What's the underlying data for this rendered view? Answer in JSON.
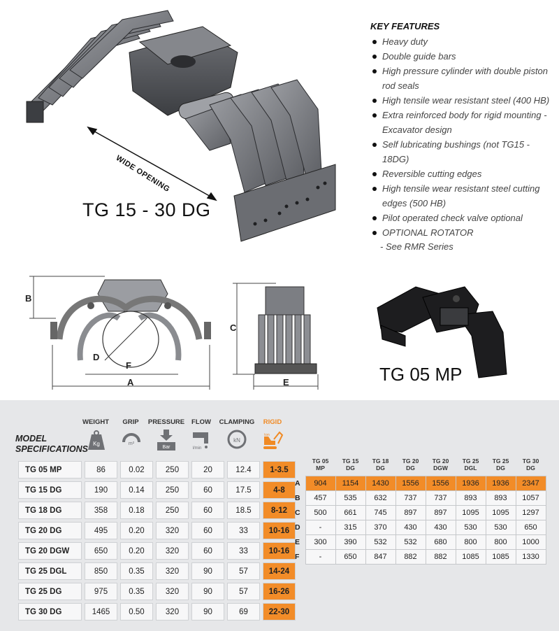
{
  "models": {
    "large": "TG 15 - 30 DG",
    "small": "TG 05 MP"
  },
  "wide_opening_label": "WIDE OPENING",
  "dimension_letters": {
    "a": "A",
    "b": "B",
    "c": "C",
    "d": "D",
    "e": "E",
    "f": "F"
  },
  "features": {
    "title": "KEY FEATURES",
    "items": [
      "Heavy duty",
      "Double guide bars",
      "High pressure cylinder with double piston rod seals",
      "High tensile wear resistant steel (400 HB)",
      "Extra reinforced body for rigid mounting - Excavator design",
      "Self lubricating bushings (not TG15 - 18DG)",
      "Reversible cutting edges",
      "High tensile wear resistant steel cutting edges (500 HB)",
      "Pilot operated check valve optional",
      "OPTIONAL ROTATOR"
    ],
    "note": "- See RMR Series"
  },
  "specs": {
    "title_line1": "MODEL",
    "title_line2": "SPECIFICATIONS",
    "columns": [
      "WEIGHT",
      "GRIP",
      "PRESSURE",
      "FLOW",
      "CLAMPING",
      "RIGID"
    ],
    "icon_labels": [
      "Kg",
      "m²",
      "Bar",
      "l/min",
      "kN",
      "ton"
    ],
    "rows": [
      [
        "TG 05 MP",
        "86",
        "0.02",
        "250",
        "20",
        "12.4",
        "1-3.5"
      ],
      [
        "TG 15 DG",
        "190",
        "0.14",
        "250",
        "60",
        "17.5",
        "4-8"
      ],
      [
        "TG 18 DG",
        "358",
        "0.18",
        "250",
        "60",
        "18.5",
        "8-12"
      ],
      [
        "TG 20 DG",
        "495",
        "0.20",
        "320",
        "60",
        "33",
        "10-16"
      ],
      [
        "TG 20 DGW",
        "650",
        "0.20",
        "320",
        "60",
        "33",
        "10-16"
      ],
      [
        "TG 25 DGL",
        "850",
        "0.35",
        "320",
        "90",
        "57",
        "14-24"
      ],
      [
        "TG 25 DG",
        "975",
        "0.35",
        "320",
        "90",
        "57",
        "16-26"
      ],
      [
        "TG 30 DG",
        "1465",
        "0.50",
        "320",
        "90",
        "69",
        "22-30"
      ]
    ]
  },
  "dims": {
    "headers": [
      [
        "TG 05",
        "MP"
      ],
      [
        "TG 15",
        "DG"
      ],
      [
        "TG 18",
        "DG"
      ],
      [
        "TG 20",
        "DG"
      ],
      [
        "TG 20",
        "DGW"
      ],
      [
        "TG 25",
        "DGL"
      ],
      [
        "TG 25",
        "DG"
      ],
      [
        "TG 30",
        "DG"
      ]
    ],
    "rows": [
      {
        "label": "A",
        "values": [
          "904",
          "1154",
          "1430",
          "1556",
          "1556",
          "1936",
          "1936",
          "2347"
        ]
      },
      {
        "label": "B",
        "values": [
          "457",
          "535",
          "632",
          "737",
          "737",
          "893",
          "893",
          "1057"
        ]
      },
      {
        "label": "C",
        "values": [
          "500",
          "661",
          "745",
          "897",
          "897",
          "1095",
          "1095",
          "1297"
        ]
      },
      {
        "label": "D",
        "values": [
          "-",
          "315",
          "370",
          "430",
          "430",
          "530",
          "530",
          "650"
        ]
      },
      {
        "label": "E",
        "values": [
          "300",
          "390",
          "532",
          "532",
          "680",
          "800",
          "800",
          "1000"
        ]
      },
      {
        "label": "F",
        "values": [
          "-",
          "650",
          "847",
          "882",
          "882",
          "1085",
          "1085",
          "1330"
        ]
      }
    ]
  }
}
